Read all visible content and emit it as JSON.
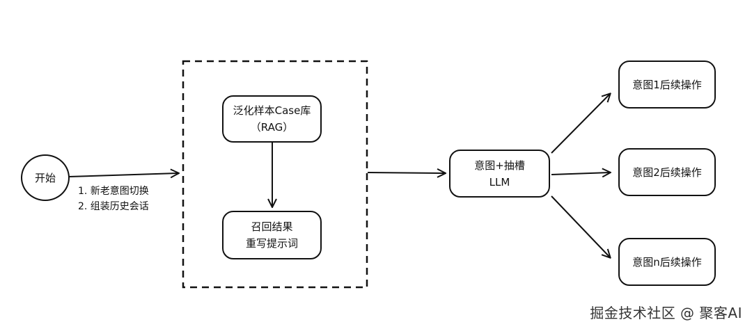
{
  "nodes": {
    "start": "开始",
    "sample_lib": {
      "line1": "泛化样本Case库",
      "line2": "（RAG）"
    },
    "recall": {
      "line1": "召回结果",
      "line2": "重写提示词"
    },
    "llm": {
      "line1": "意图+抽槽",
      "line2": "LLM"
    },
    "intent1": "意图1后续操作",
    "intent2": "意图2后续操作",
    "intentn": "意图n后续操作"
  },
  "edge_label": {
    "line1": "1. 新老意图切换",
    "line2": "2. 组装历史会话"
  },
  "watermark": "掘金技术社区 @ 聚客AI"
}
